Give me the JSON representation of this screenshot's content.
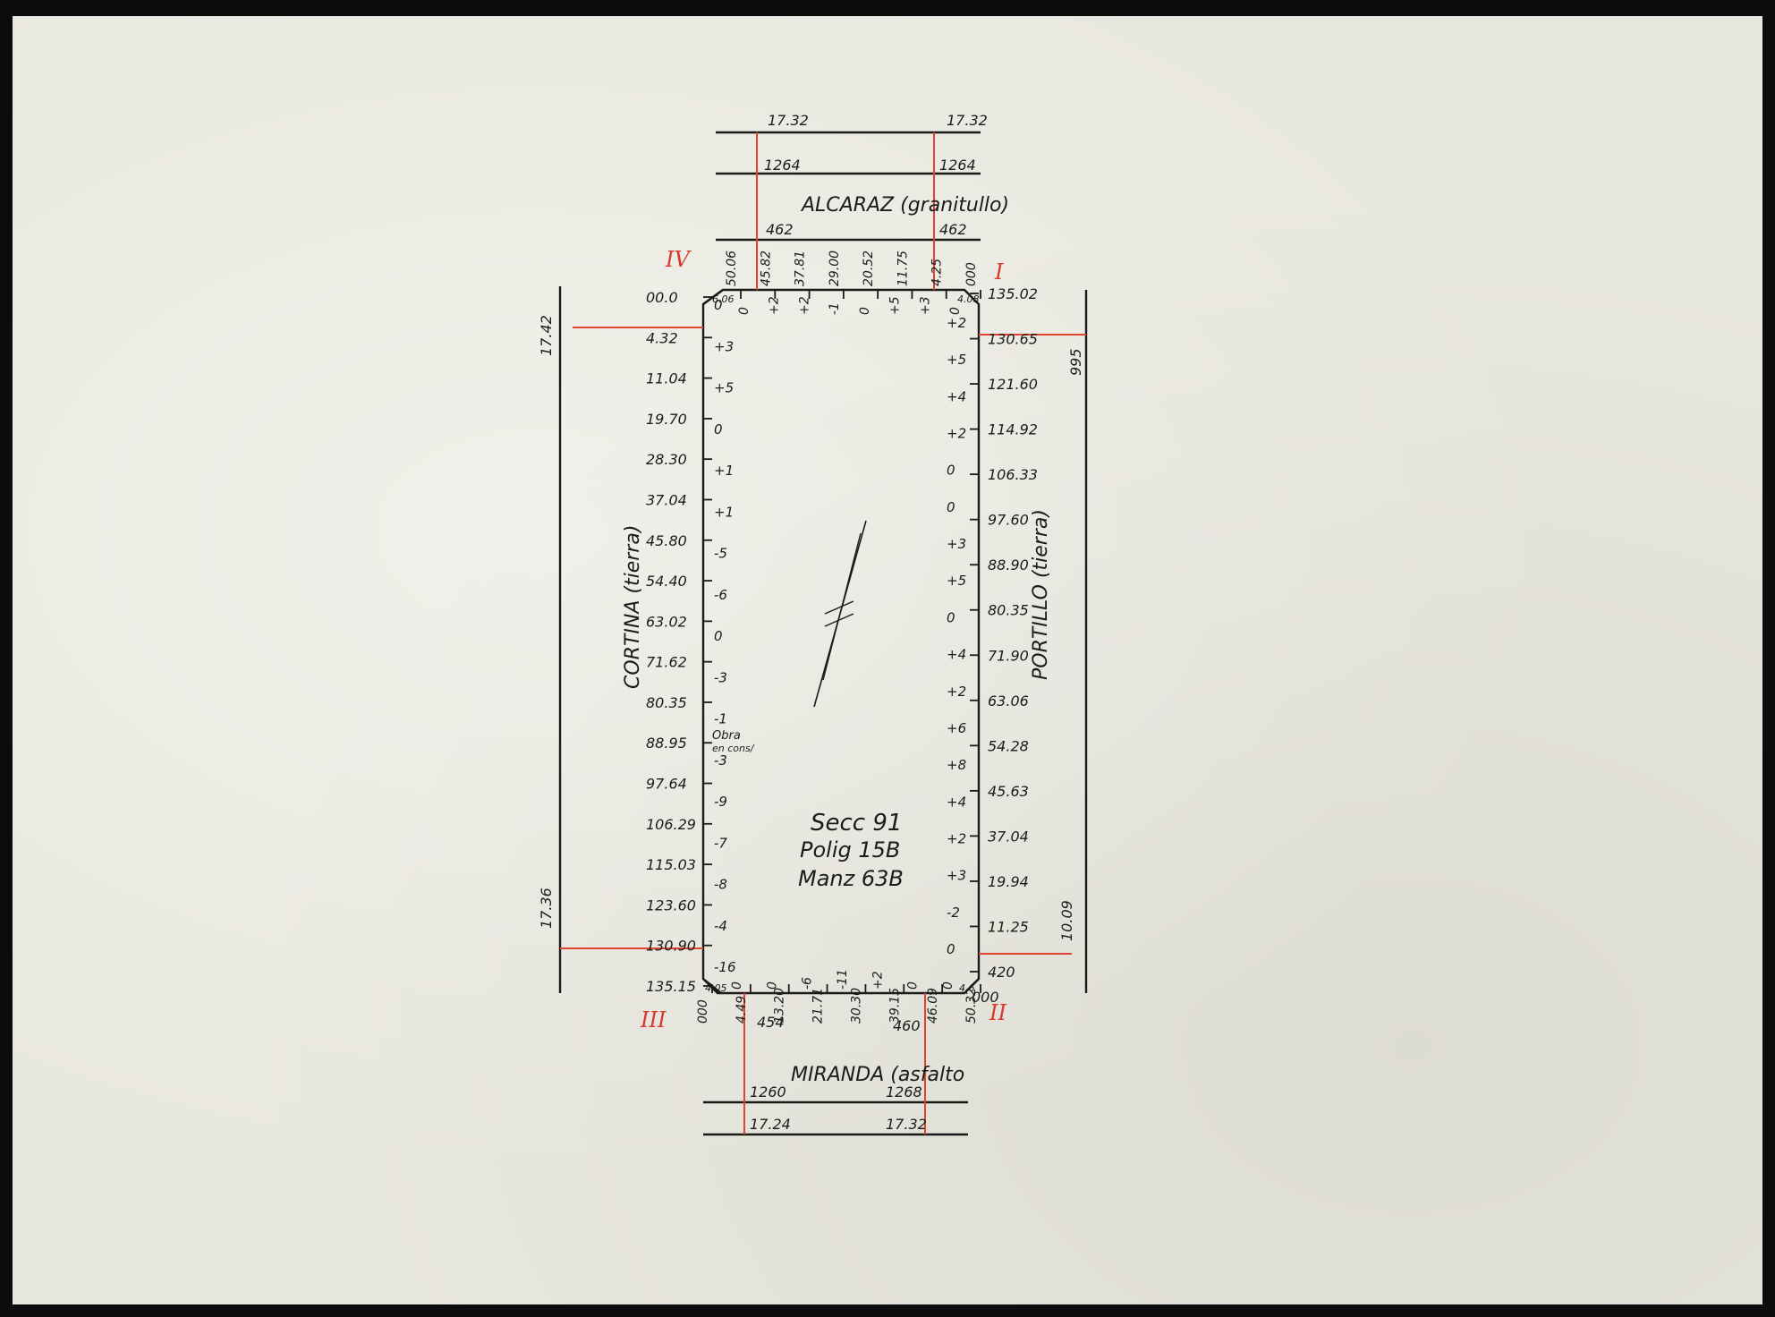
{
  "street_north": {
    "name": "ALCARAZ (granitullo)",
    "total_left": "17.32",
    "total_right": "17.32",
    "inner_left": "1264",
    "inner_right": "1264",
    "sidewalk_left": "462",
    "sidewalk_right": "462"
  },
  "street_south": {
    "name": "MIRANDA (asfalto",
    "total_left": "17.24",
    "total_right": "17.32",
    "inner_left": "1260",
    "inner_right": "1268",
    "sidewalk_left": "454",
    "sidewalk_right": "460"
  },
  "street_west": {
    "name": "CORTINA (tierra)",
    "width_top": "17.42",
    "width_bottom": "17.36"
  },
  "street_east": {
    "name": "PORTILLO (tierra)",
    "width_top": "995",
    "width_bottom": "10.09"
  },
  "corners": {
    "I": "I",
    "II": "II",
    "III": "III",
    "IV": "IV"
  },
  "block_label": {
    "line1": "Secc 91",
    "line2": "Polig 15B",
    "line3": "Manz 63B"
  },
  "note_west": {
    "line1": "Obra",
    "line2": "en cons/"
  },
  "top_stations": [
    "50.06",
    "45.82",
    "37.81",
    "29.00",
    "20.52",
    "11.75",
    "4.25",
    "000"
  ],
  "top_levels": [
    "0",
    "+2",
    "+2",
    "-1",
    "0",
    "+5",
    "+3",
    "0"
  ],
  "corner_marks_top": [
    "6.06",
    "4.08"
  ],
  "bottom_stations": [
    "000",
    "4.49",
    "13.20",
    "21.71",
    "30.30",
    "39.15",
    "46.09",
    "50.32"
  ],
  "bottom_levels": [
    "0",
    "0",
    "-6",
    "-11",
    "+2",
    "0",
    "0"
  ],
  "corner_marks_bottom": [
    "4.05",
    "4.6"
  ],
  "bottom_right_labels": [
    "000"
  ],
  "west_stations": [
    "00.0",
    "4.32",
    "11.04",
    "19.70",
    "28.30",
    "37.04",
    "45.80",
    "54.40",
    "63.02",
    "71.62",
    "80.35",
    "88.95",
    "97.64",
    "106.29",
    "115.03",
    "123.60",
    "130.90",
    "135.15"
  ],
  "west_levels": [
    "0",
    "+3",
    "+5",
    "0",
    "+1",
    "+1",
    "-5",
    "-6",
    "0",
    "-3",
    "-1",
    "-3",
    "-9",
    "-7",
    "-8",
    "-4",
    "-16"
  ],
  "east_stations": [
    "135.02",
    "130.65",
    "121.60",
    "114.92",
    "106.33",
    "97.60",
    "88.90",
    "80.35",
    "71.90",
    "63.06",
    "54.28",
    "45.63",
    "37.04",
    "19.94",
    "11.25",
    "420"
  ],
  "east_levels": [
    "+2",
    "+5",
    "+4",
    "+2",
    "0",
    "0",
    "+3",
    "+5",
    "0",
    "+4",
    "+2",
    "+6",
    "+8",
    "+4",
    "+2",
    "+3",
    "-2",
    "0"
  ]
}
